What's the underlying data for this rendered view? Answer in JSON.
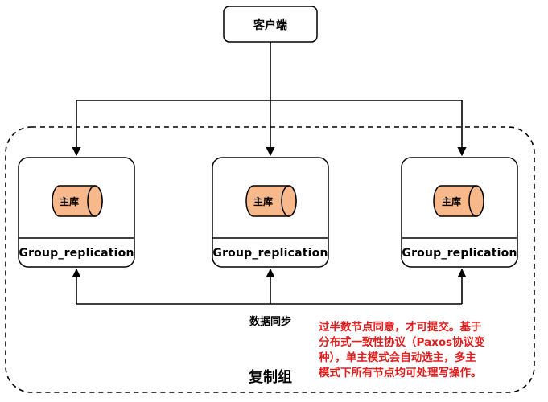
{
  "client": {
    "label": "客户端"
  },
  "nodes": [
    {
      "db_label": "主库",
      "replication_label": "Group_replication"
    },
    {
      "db_label": "主库",
      "replication_label": "Group_replication"
    },
    {
      "db_label": "主库",
      "replication_label": "Group_replication"
    }
  ],
  "sync_label": "数据同步",
  "group_label": "复制组",
  "note": {
    "lines": [
      "过半数节点同意，才可提交。基于",
      "分布式一致性协议（Paxos协议变",
      "种），单主模式会自动选主，多主",
      "模式下所有节点均可处理写操作。"
    ],
    "color": "#e01e1e"
  },
  "colors": {
    "db_fill": "#f7b88b",
    "stroke": "#000000"
  }
}
